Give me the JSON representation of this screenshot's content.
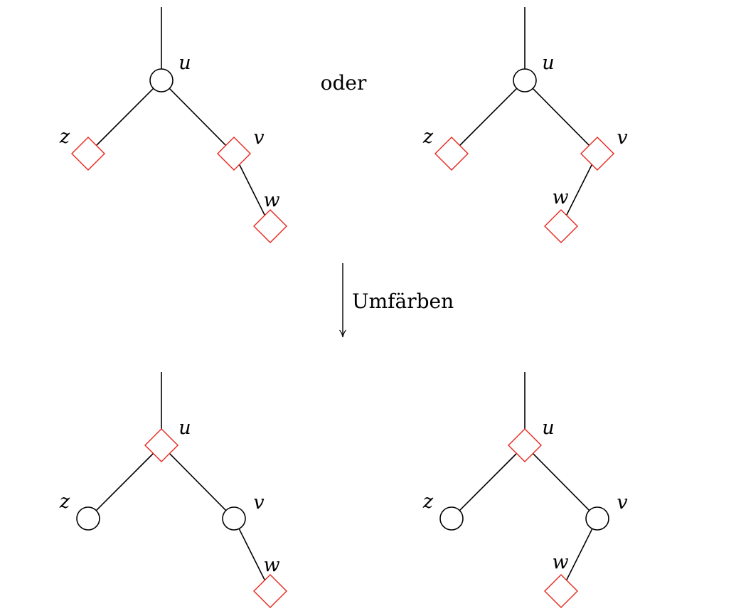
{
  "text": {
    "or_label": "oder",
    "arrow_label": "Umfärben"
  },
  "colors": {
    "black_node_stroke": "#000000",
    "red_node_stroke": "#e8251b"
  },
  "node_shapes": {
    "black": "circle",
    "red": "diamond"
  },
  "trees": [
    {
      "id": "top-left",
      "group": "before",
      "variant": "w-right-child-of-v",
      "nodes": [
        {
          "id": "u",
          "label": "u",
          "color": "black"
        },
        {
          "id": "z",
          "label": "z",
          "color": "red"
        },
        {
          "id": "v",
          "label": "v",
          "color": "red"
        },
        {
          "id": "w",
          "label": "w",
          "color": "red"
        }
      ]
    },
    {
      "id": "top-right",
      "group": "before",
      "variant": "w-left-child-of-v",
      "nodes": [
        {
          "id": "u",
          "label": "u",
          "color": "black"
        },
        {
          "id": "z",
          "label": "z",
          "color": "red"
        },
        {
          "id": "v",
          "label": "v",
          "color": "red"
        },
        {
          "id": "w",
          "label": "w",
          "color": "red"
        }
      ]
    },
    {
      "id": "bottom-left",
      "group": "after",
      "variant": "w-right-child-of-v",
      "nodes": [
        {
          "id": "u",
          "label": "u",
          "color": "red"
        },
        {
          "id": "z",
          "label": "z",
          "color": "black"
        },
        {
          "id": "v",
          "label": "v",
          "color": "black"
        },
        {
          "id": "w",
          "label": "w",
          "color": "red"
        }
      ]
    },
    {
      "id": "bottom-right",
      "group": "after",
      "variant": "w-left-child-of-v",
      "nodes": [
        {
          "id": "u",
          "label": "u",
          "color": "red"
        },
        {
          "id": "z",
          "label": "z",
          "color": "black"
        },
        {
          "id": "v",
          "label": "v",
          "color": "black"
        },
        {
          "id": "w",
          "label": "w",
          "color": "red"
        }
      ]
    }
  ]
}
